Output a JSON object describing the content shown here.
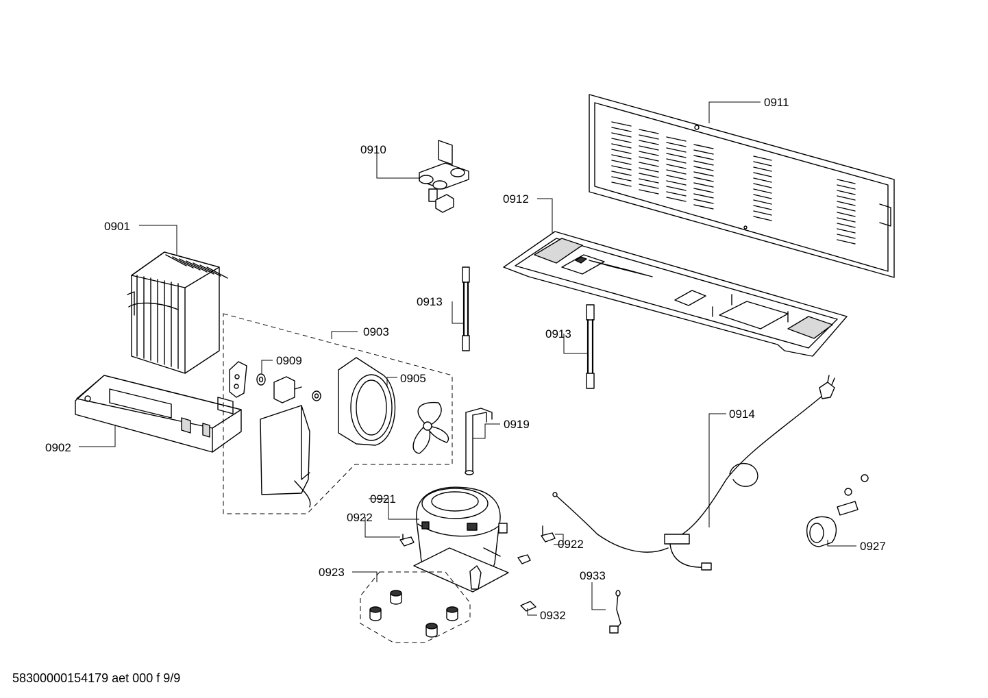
{
  "diagram": {
    "labels": [
      {
        "id": "0901",
        "text": "0901"
      },
      {
        "id": "0902",
        "text": "0902"
      },
      {
        "id": "0903",
        "text": "0903"
      },
      {
        "id": "0905",
        "text": "0905"
      },
      {
        "id": "0909",
        "text": "0909"
      },
      {
        "id": "0910",
        "text": "0910"
      },
      {
        "id": "0911",
        "text": "0911"
      },
      {
        "id": "0912",
        "text": "0912"
      },
      {
        "id": "0913a",
        "text": "0913"
      },
      {
        "id": "0913b",
        "text": "0913"
      },
      {
        "id": "0914",
        "text": "0914"
      },
      {
        "id": "0919",
        "text": "0919"
      },
      {
        "id": "0921",
        "text": "0921"
      },
      {
        "id": "0922a",
        "text": "0922"
      },
      {
        "id": "0922b",
        "text": "0922"
      },
      {
        "id": "0923",
        "text": "0923"
      },
      {
        "id": "0927",
        "text": "0927"
      },
      {
        "id": "0932",
        "text": "0932"
      },
      {
        "id": "0933",
        "text": "0933"
      }
    ]
  },
  "footer": {
    "document_id": "58300000154179 aet 000 f 9/9"
  }
}
